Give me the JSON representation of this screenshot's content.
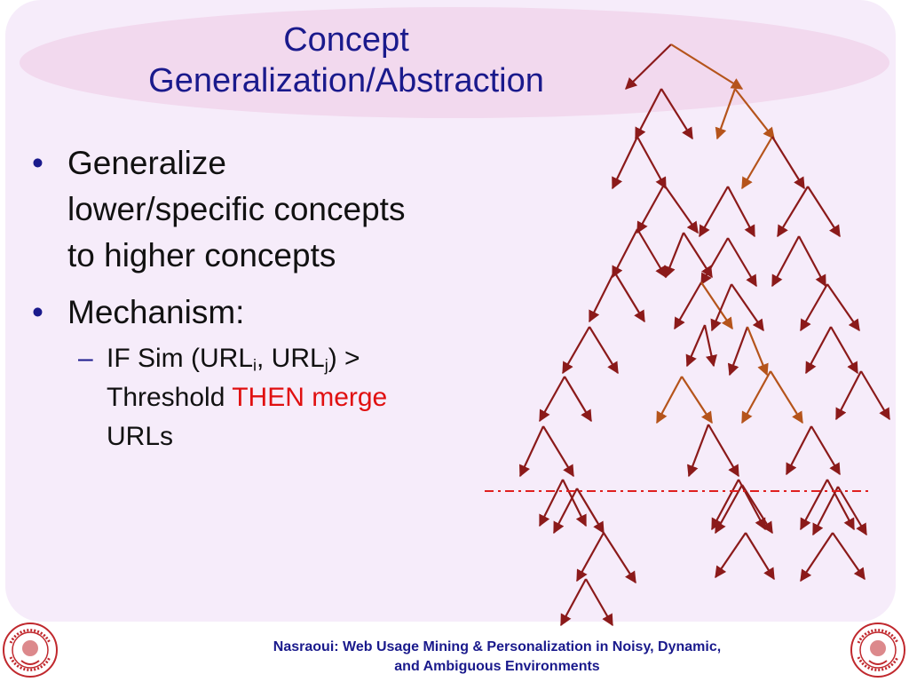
{
  "slide": {
    "title_lines": [
      "Concept",
      "Generalization/Abstraction"
    ],
    "bullets": [
      {
        "lines": [
          "Generalize",
          "lower/specific concepts",
          "to higher concepts"
        ]
      },
      {
        "lines": [
          "Mechanism:"
        ]
      }
    ],
    "sub_bullet": {
      "dash": "–",
      "p1": "IF Sim (URL",
      "sub_i": "i",
      "p2": ", URL",
      "sub_j": "j",
      "p3": ") >",
      "p4": "Threshold ",
      "highlight": "THEN merge",
      "p5": "URLs"
    },
    "bullet_symbol": "•",
    "footer_lines": [
      "Nasraoui: Web Usage Mining & Personalization in Noisy, Dynamic,",
      "and Ambiguous Environments"
    ]
  },
  "colors": {
    "text_blue": "#1a1a8c",
    "highlight_red": "#e01010",
    "tree_dark_red": "#8b1a1a",
    "tree_orange": "#b5541b",
    "cut_line": "#e02020",
    "seal_red": "#c0282d"
  },
  "icons": [
    "university-seal-icon"
  ]
}
